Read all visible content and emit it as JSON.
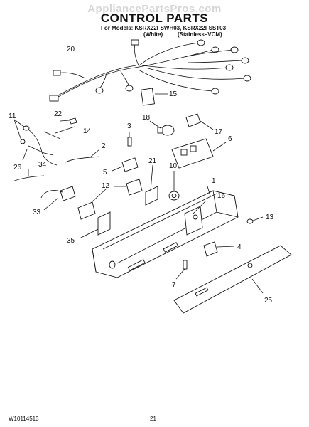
{
  "header": {
    "watermark": "AppliancePartsPros.com",
    "title": "CONTROL PARTS",
    "models_line": "For Models: KSRX22FSWH03, KSRX22FSST03",
    "variant_white": "(White)",
    "variant_stainless": "(Stainless–VCM)"
  },
  "footer": {
    "doc_number": "W10114513",
    "page_number": "21"
  },
  "callouts": [
    {
      "id": "c20",
      "label": "20"
    },
    {
      "id": "c15",
      "label": "15"
    },
    {
      "id": "c18",
      "label": "18"
    },
    {
      "id": "c17",
      "label": "17"
    },
    {
      "id": "c6",
      "label": "6"
    },
    {
      "id": "c11",
      "label": "11"
    },
    {
      "id": "c22",
      "label": "22"
    },
    {
      "id": "c14",
      "label": "14"
    },
    {
      "id": "c3",
      "label": "3"
    },
    {
      "id": "c2",
      "label": "2"
    },
    {
      "id": "c26",
      "label": "26"
    },
    {
      "id": "c34",
      "label": "34"
    },
    {
      "id": "c5",
      "label": "5"
    },
    {
      "id": "c21",
      "label": "21"
    },
    {
      "id": "c10",
      "label": "10"
    },
    {
      "id": "c1",
      "label": "1"
    },
    {
      "id": "c12",
      "label": "12"
    },
    {
      "id": "c16",
      "label": "16"
    },
    {
      "id": "c33",
      "label": "33"
    },
    {
      "id": "c13",
      "label": "13"
    },
    {
      "id": "c35",
      "label": "35"
    },
    {
      "id": "c4",
      "label": "4"
    },
    {
      "id": "c7",
      "label": "7"
    },
    {
      "id": "c25",
      "label": "25"
    }
  ]
}
